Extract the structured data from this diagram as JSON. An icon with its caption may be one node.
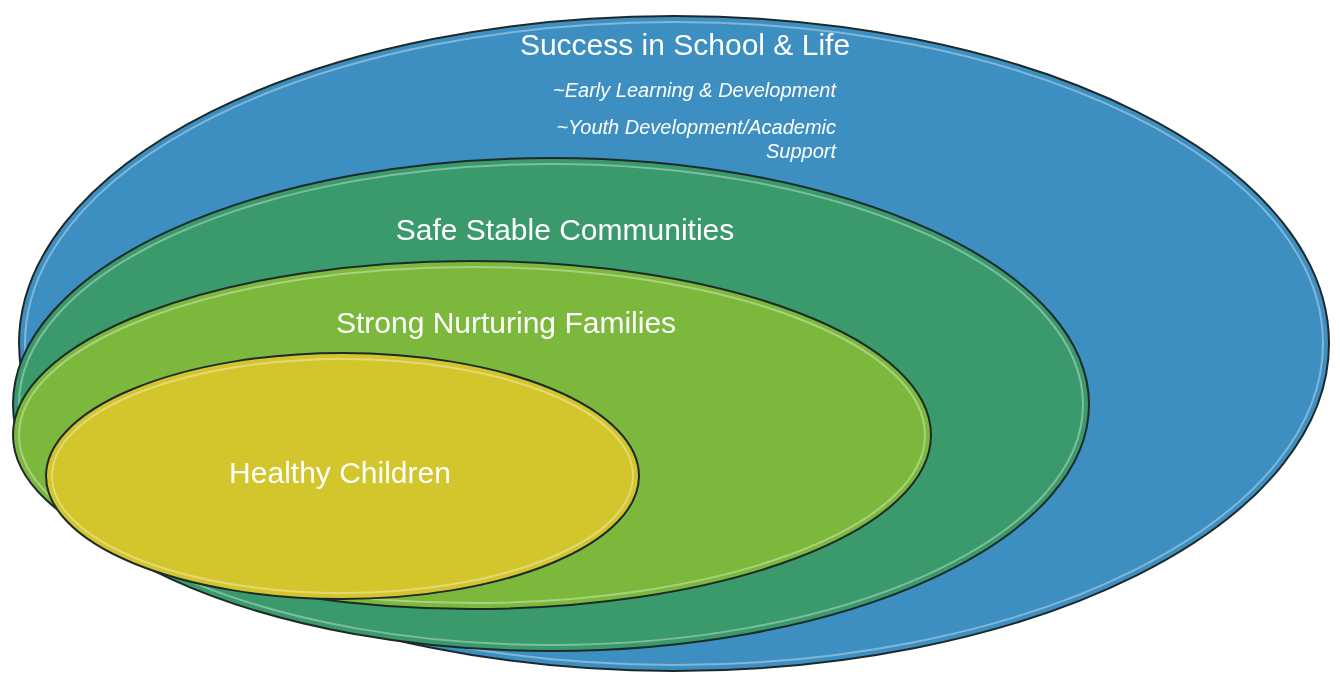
{
  "diagram": {
    "nodes": [
      {
        "text": [
          "Success in School & Life",
          "~Early Learning & Development",
          "~Youth Development/Academic Support"
        ]
      },
      {
        "text": [
          "Safe Stable Communities"
        ],
        "in": 0
      },
      {
        "text": [
          "Strong Nurturing Families"
        ],
        "in": 1
      },
      {
        "text": [
          "Healthy Children"
        ],
        "in": 2
      }
    ]
  }
}
